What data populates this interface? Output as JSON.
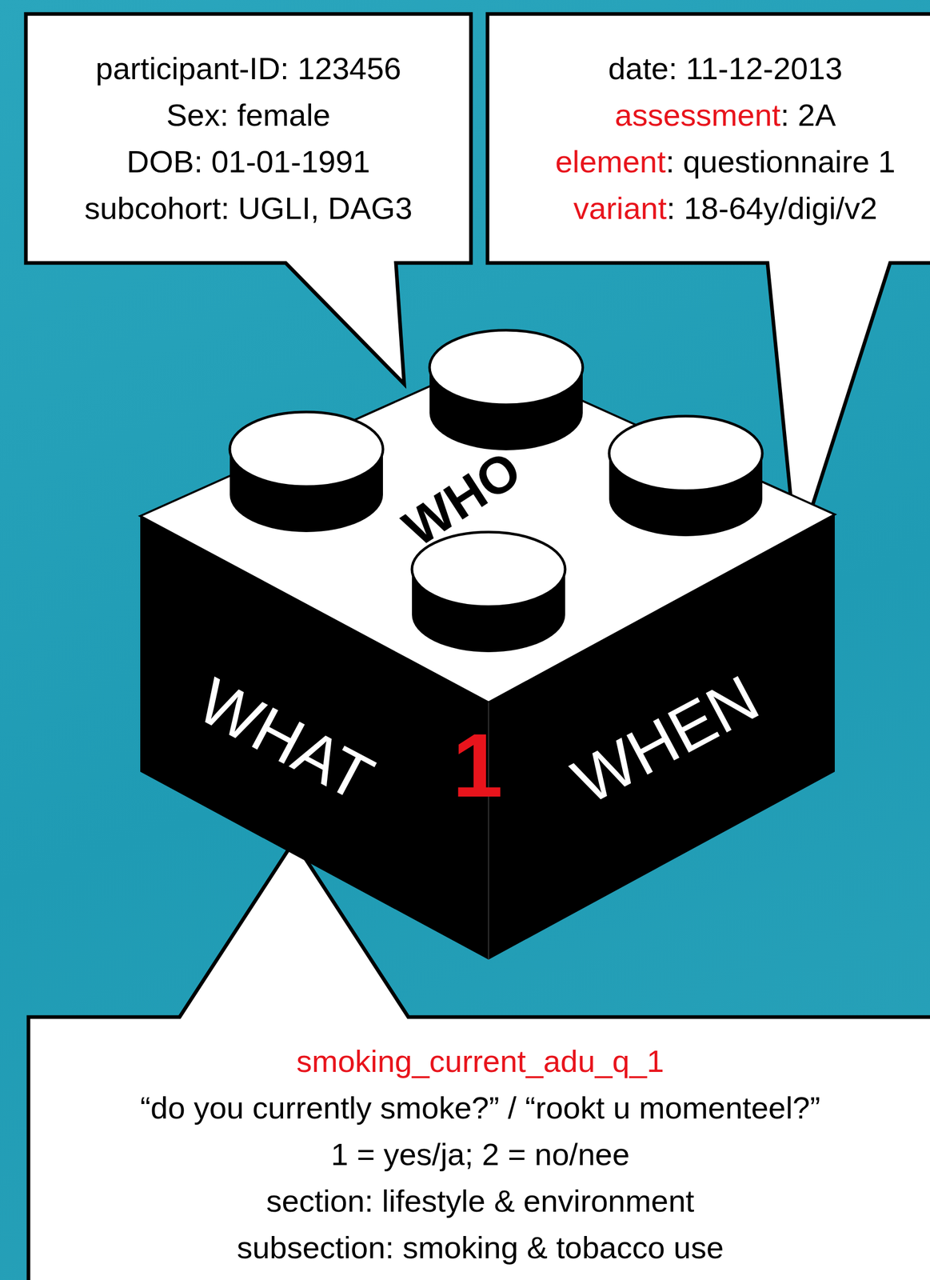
{
  "diagram": {
    "nodes": [
      {
        "text": [
          "participant-ID: 123456",
          "Sex: female",
          "DOB: 01-01-1991",
          "subcohort: UGLI, DAG3"
        ]
      },
      {
        "text": [
          "date: 11-12-2013",
          "assessment: 2A",
          "element: questionnaire 1",
          "variant: 18-64y/digi/v2"
        ]
      },
      {
        "text": [
          "smoking_current_adu_q_1",
          "“do you currently smoke?” / “rookt u momenteel?”",
          "1 = yes/ja; 2 = no/nee",
          "section: lifestyle & environment",
          "subsection: smoking & tobacco use"
        ]
      }
    ],
    "labels": [
      "WHO",
      "WHAT",
      "1",
      "WHEN"
    ]
  }
}
